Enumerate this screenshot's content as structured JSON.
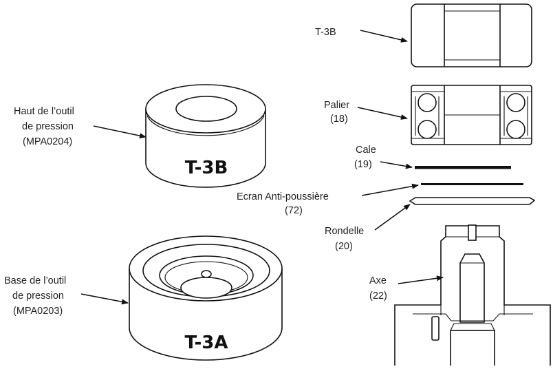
{
  "labels": {
    "t3b_top": "T-3B",
    "haut_l1": "Haut de l’outil",
    "haut_l2": "de pression",
    "haut_l3": "(MPA0204)",
    "t3b_mark": "T-3B",
    "base_l1": "Base de l’outil",
    "base_l2": "de pression",
    "base_l3": "(MPA0203)",
    "t3a_mark": "T-3A",
    "palier_l1": "Palier",
    "palier_l2": "(18)",
    "cale_l1": "Cale",
    "cale_l2": "(19)",
    "ecran_l1": "Ecran Anti-poussière",
    "ecran_l2": "(72)",
    "rondelle_l1": "Rondelle",
    "rondelle_l2": "(20)",
    "axe_l1": "Axe",
    "axe_l2": "(22)"
  },
  "colors": {
    "line": "#111111",
    "background": "#ffffff"
  }
}
